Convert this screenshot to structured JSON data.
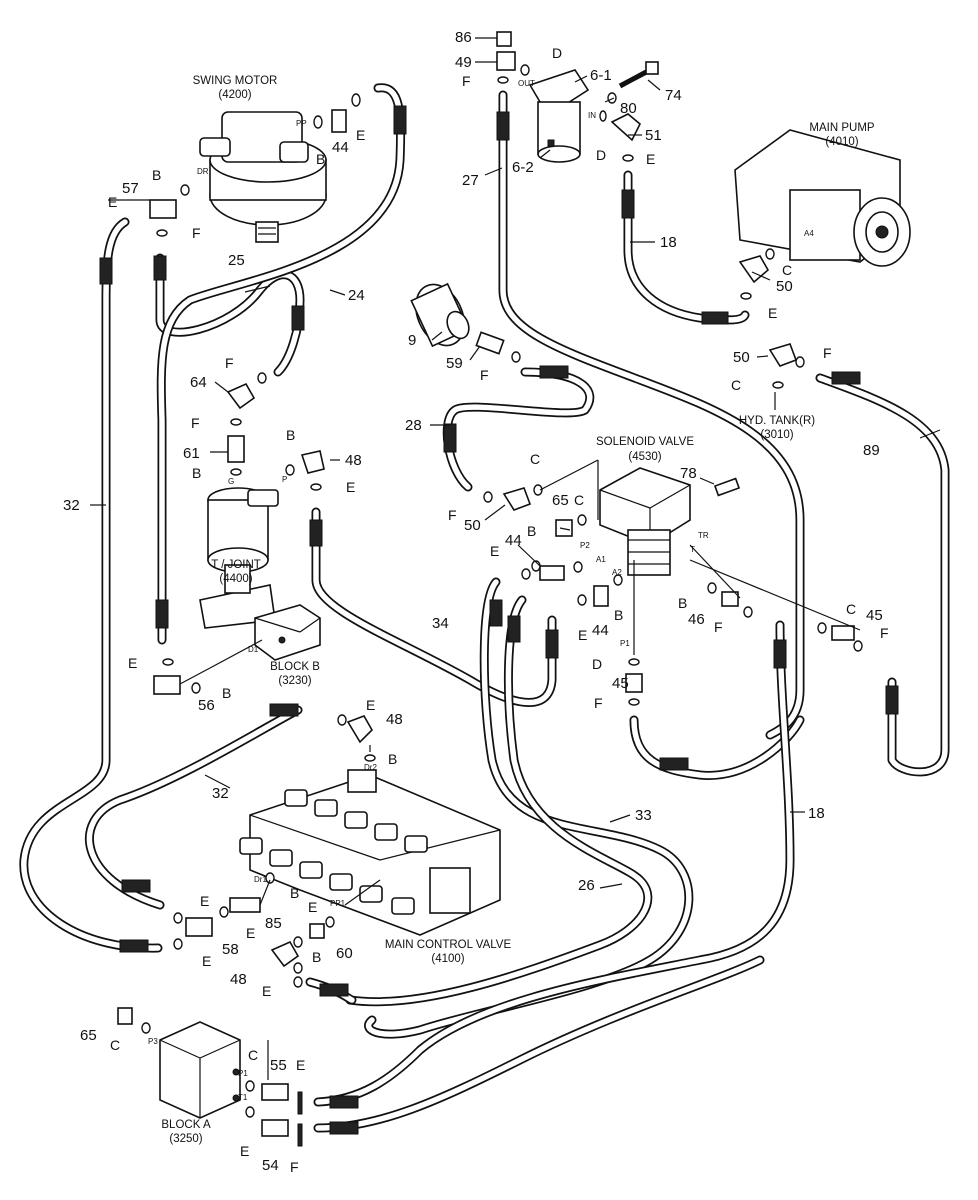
{
  "components": {
    "swing_motor": {
      "name": "SWING MOTOR",
      "code": "(4200)"
    },
    "main_pump": {
      "name": "MAIN PUMP",
      "code": "(4010)"
    },
    "hyd_tank": {
      "name": "HYD. TANK(R)",
      "code": "(3010)"
    },
    "solenoid_valve": {
      "name": "SOLENOID VALVE",
      "code": "(4530)"
    },
    "t_joint": {
      "name": "T / JOINT",
      "code": "(4400)"
    },
    "block_b": {
      "name": "BLOCK B",
      "code": "(3230)"
    },
    "main_control_valve": {
      "name": "MAIN CONTROL VALVE",
      "code": "(4100)"
    },
    "block_a": {
      "name": "BLOCK A",
      "code": "(3250)"
    }
  },
  "ports": {
    "dr": "DR",
    "pp": "PP",
    "out": "OUT",
    "in": "IN",
    "a4": "A4",
    "g": "G",
    "p": "P",
    "d1": "D1",
    "p2": "P2",
    "a1": "A1",
    "a2": "A2",
    "p1": "P1",
    "tr": "TR",
    "t": "T",
    "dr2": "Dr2",
    "dr1": "Dr1",
    "pp1": "PP1",
    "p3": "P3",
    "p1a": "P1",
    "t1": "T1"
  },
  "part_numbers": {
    "n86": "86",
    "n49": "49",
    "n6_1": "6-1",
    "n74": "74",
    "n80": "80",
    "n51": "51",
    "n6_2": "6-2",
    "n27": "27",
    "n44a": "44",
    "n57": "57",
    "n25": "25",
    "n24": "24",
    "n18a": "18",
    "n50a": "50",
    "n9": "9",
    "n59": "59",
    "n50b": "50",
    "n89": "89",
    "n64": "64",
    "n61": "61",
    "n48a": "48",
    "n28": "28",
    "n78": "78",
    "n65a": "65",
    "n50c": "50",
    "n44b": "44",
    "n44c": "44",
    "n32a": "32",
    "n46": "46",
    "n45a": "45",
    "n34": "34",
    "n45b": "45",
    "n56": "56",
    "n48b": "48",
    "n32b": "32",
    "n33": "33",
    "n18b": "18",
    "n26": "26",
    "n85": "85",
    "n58": "58",
    "n60": "60",
    "n48c": "48",
    "n65b": "65",
    "n55": "55",
    "n54": "54"
  },
  "letters": {
    "l01": "D",
    "l02": "F",
    "l03": "D",
    "l04": "E",
    "l05": "B",
    "l06": "E",
    "l07": "B",
    "l08": "E",
    "l09": "F",
    "l10": "C",
    "l11": "E",
    "l12": "F",
    "l13": "C",
    "l14": "F",
    "l15": "F",
    "l16": "B",
    "l17": "B",
    "l18": "E",
    "l19": "F",
    "l20": "C",
    "l21": "C",
    "l22": "B",
    "l23": "E",
    "l24": "F",
    "l25": "E",
    "l26": "B",
    "l27": "E",
    "l28": "B",
    "l29": "C",
    "l30": "F",
    "l31": "D",
    "l32": "F",
    "l33": "E",
    "l34": "B",
    "l35": "E",
    "l36": "E",
    "l37": "E",
    "l38": "B",
    "l39": "E",
    "l40": "B",
    "l41": "E",
    "l42": "C",
    "l43": "C",
    "l44": "E",
    "l45": "F",
    "l46": "E",
    "l47": "B",
    "l48": "F"
  }
}
